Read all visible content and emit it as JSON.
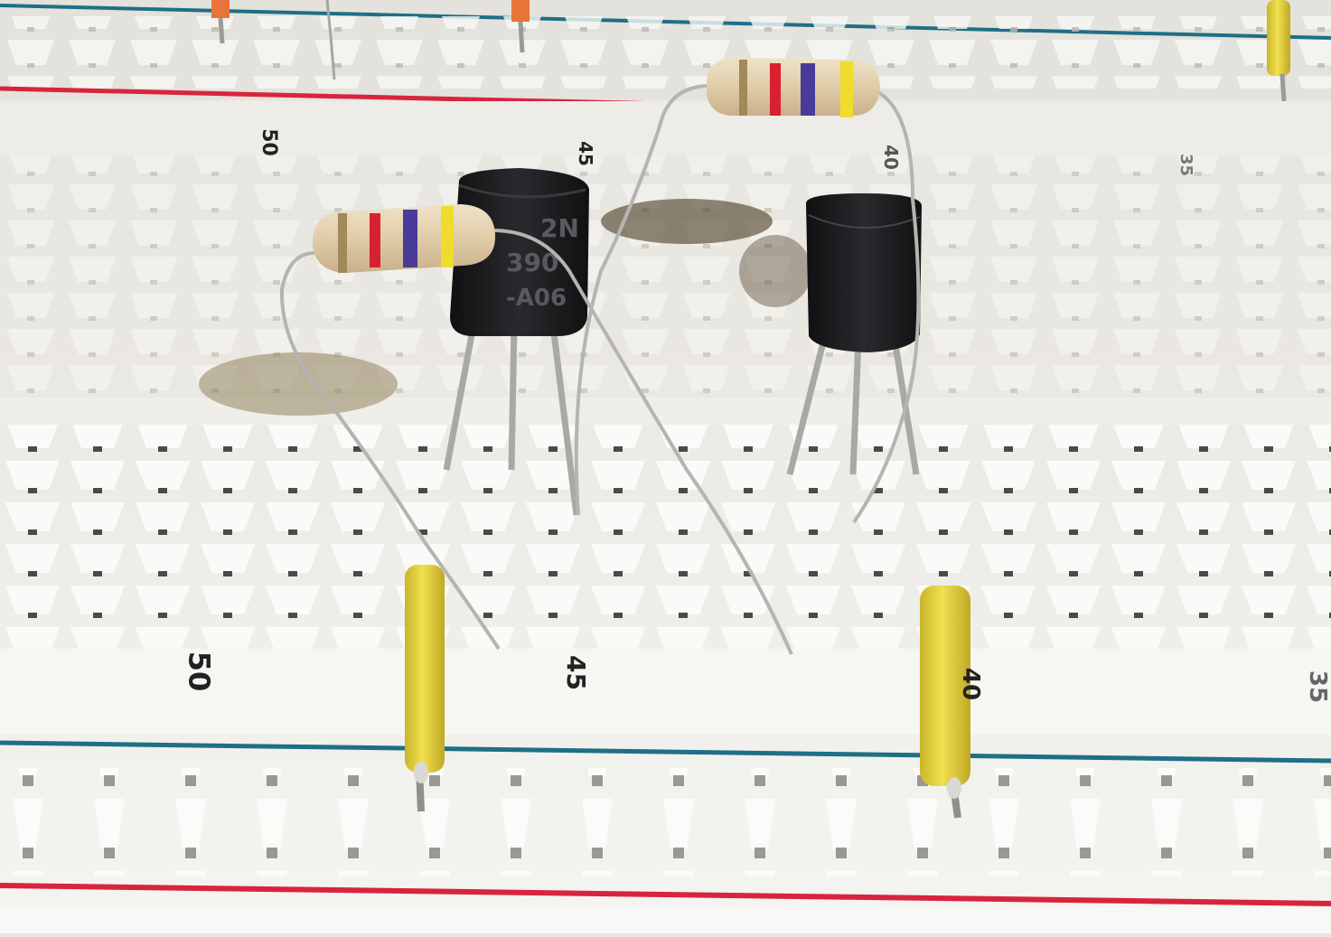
{
  "scene": {
    "subject": "Solderless breadboard with two TO-92 transistors, two resistors and two yellow jumper wires",
    "board_color": "#eeece7",
    "rail_colors": {
      "blue": "#1f6f86",
      "red": "#d8243f"
    }
  },
  "row_labels": {
    "top_strip": [
      "50",
      "45",
      "40",
      "35"
    ],
    "bottom_strip": [
      "50",
      "45",
      "40",
      "35"
    ]
  },
  "transistors": [
    {
      "id": "Q1",
      "marking_line1": "2N",
      "marking_line2": "390",
      "marking_line3": "-A06",
      "body_color": "#1c1c1e"
    },
    {
      "id": "Q2",
      "marking_line1": "",
      "body_color": "#1f1f22"
    }
  ],
  "resistors": [
    {
      "id": "R1",
      "bands": [
        "yellow",
        "violet",
        "red",
        "gold"
      ],
      "band_colors": [
        "#f0dc2c",
        "#4a3a9a",
        "#d9202e",
        "#a08a5a"
      ],
      "body_color": "#e2cfae"
    },
    {
      "id": "R2",
      "bands": [
        "yellow",
        "violet",
        "red",
        "gold"
      ],
      "band_colors": [
        "#f0dc2c",
        "#4a3a9a",
        "#d9202e",
        "#a08a5a"
      ],
      "body_color": "#e2cfae"
    }
  ],
  "jumper_wires": [
    {
      "id": "W1",
      "color": "#e6d43a"
    },
    {
      "id": "W2",
      "color": "#e6d43a"
    },
    {
      "id": "W3-top-right",
      "color": "#e6d43a"
    },
    {
      "id": "W4-top-orange",
      "color": "#e8743a"
    },
    {
      "id": "W5-top-orange",
      "color": "#e8743a"
    }
  ]
}
